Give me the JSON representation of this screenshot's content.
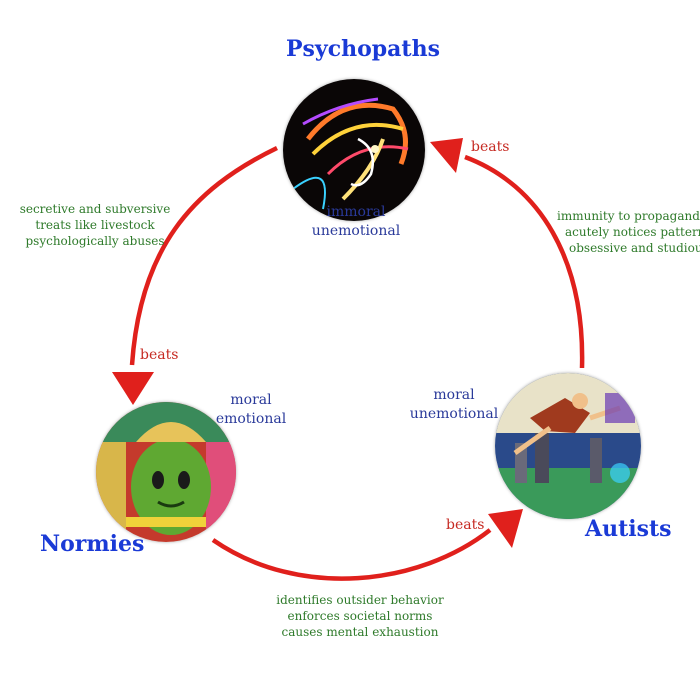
{
  "nodes": {
    "psychopaths": {
      "title": "Psychopaths",
      "traits": [
        "immoral",
        "unemotional"
      ],
      "image_desc": "glowing fiery neon face artwork"
    },
    "normies": {
      "title": "Normies",
      "traits": [
        "moral",
        "emotional"
      ],
      "image_desc": "green cartoon character with straw hair"
    },
    "autists": {
      "title": "Autists",
      "traits": [
        "moral",
        "unemotional"
      ],
      "image_desc": "colorful surreal figure leaping over a city"
    }
  },
  "edges": [
    {
      "from": "psychopaths",
      "to": "normies",
      "label": "beats",
      "reasons": [
        "secretive and subversive",
        "treats like livestock",
        "psychologically abuses"
      ]
    },
    {
      "from": "normies",
      "to": "autists",
      "label": "beats",
      "reasons": [
        "identifies outsider behavior",
        "enforces societal norms",
        "causes mental exhaustion"
      ]
    },
    {
      "from": "autists",
      "to": "psychopaths",
      "label": "beats",
      "reasons": [
        "immunity to propaganda",
        "acutely notices patterns",
        "obsessive and studious"
      ]
    }
  ],
  "colors": {
    "title": "#1a3ad6",
    "trait": "#2a3a9a",
    "beats": "#c62a22",
    "arrow": "#e0201c",
    "reason": "#2e7a2a"
  }
}
